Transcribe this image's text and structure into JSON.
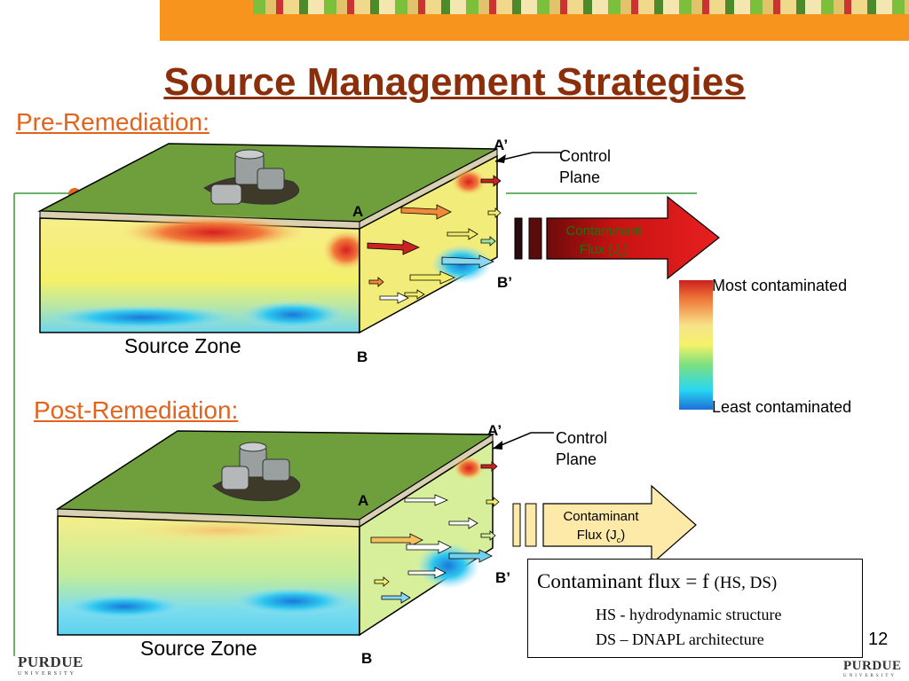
{
  "slide": {
    "title": "Source Management Strategies",
    "page_number": "12"
  },
  "pre": {
    "heading": "Pre-Remediation:",
    "source_zone": "Source Zone",
    "label_a": "A",
    "label_a_prime": "A’",
    "label_b": "B",
    "label_b_prime": "B’",
    "control_plane_1": "Control",
    "control_plane_2": "Plane",
    "flux_line1": "Contaminant",
    "flux_line2": "Flux (J",
    "flux_sub": "c",
    "flux_close": ")"
  },
  "post": {
    "heading": "Post-Remediation:",
    "source_zone": "Source Zone",
    "label_a": "A",
    "label_a_prime": "A’",
    "label_b": "B",
    "label_b_prime": "B’",
    "control_plane_1": "Control",
    "control_plane_2": "Plane",
    "flux_line1": "Contaminant",
    "flux_line2": "Flux (J",
    "flux_sub": "c",
    "flux_close": ")"
  },
  "legend": {
    "most": "Most contaminated",
    "least": "Least contaminated"
  },
  "formula": {
    "main": "Contaminant flux = f",
    "args": "(HS, DS)",
    "hs": "HS - hydrodynamic structure",
    "ds": "DS – DNAPL architecture"
  },
  "logo": {
    "name": "PURDUE",
    "sub": "UNIVERSITY"
  },
  "colors": {
    "title": "#8b2e0a",
    "heading": "#e2641c",
    "flux_pre": "#cc1111",
    "flux_post": "#fde9a8",
    "flux_text_pre": "#0f7a0f"
  }
}
